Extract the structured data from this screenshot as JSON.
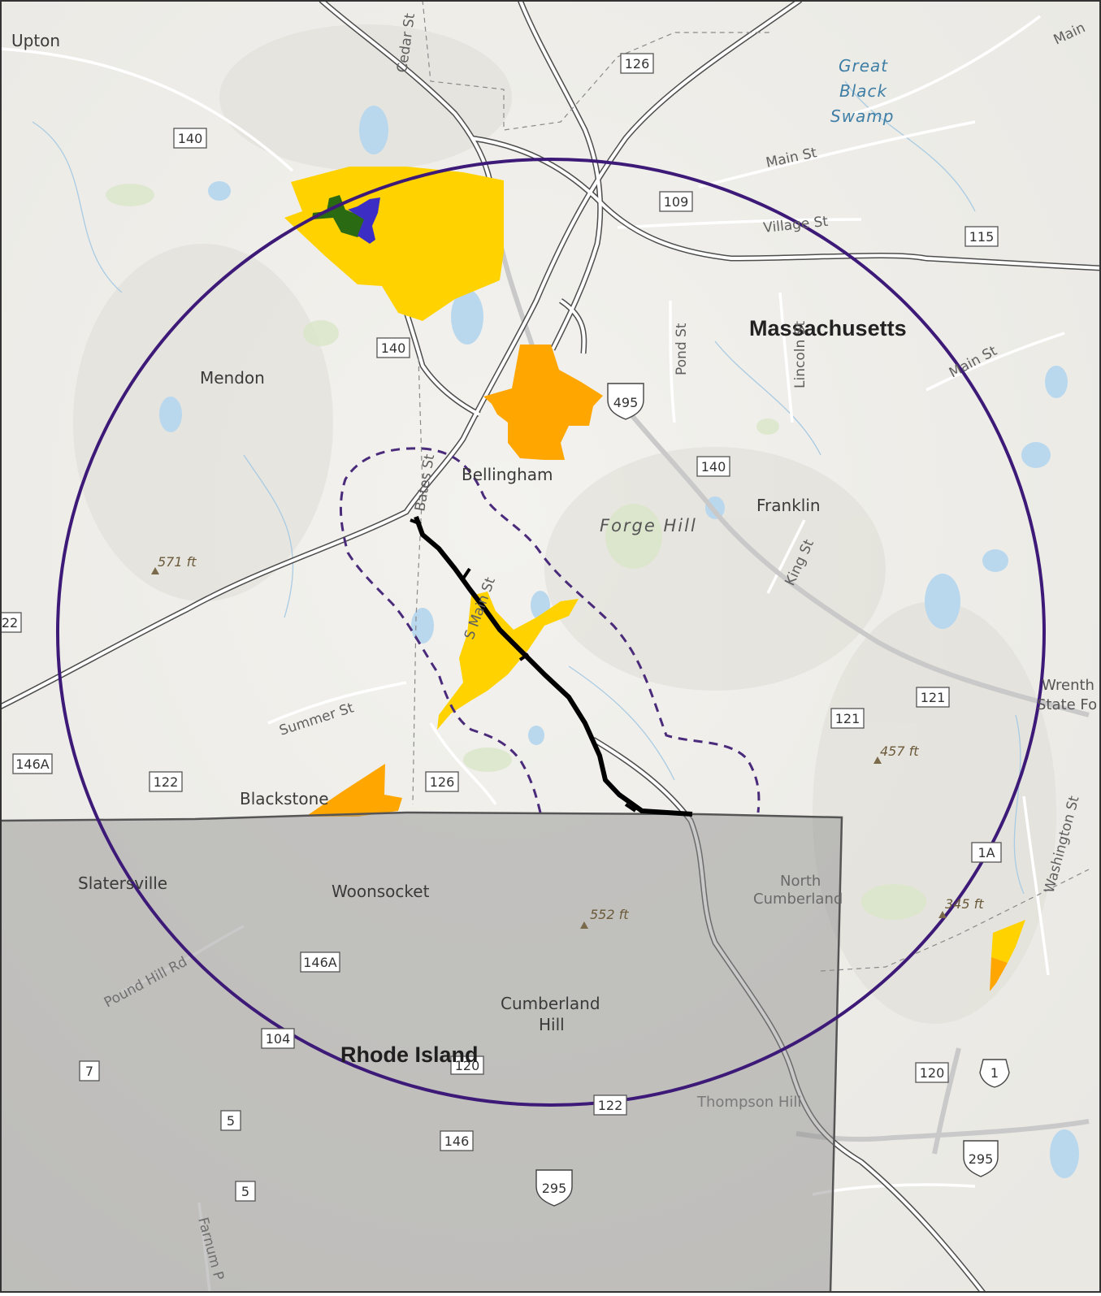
{
  "colors": {
    "buffer_circle": "#3d1a78",
    "corridor": "#4a2a7a",
    "rhode_island_mask": "#8f8f8f",
    "area_yellow": "#ffd200",
    "area_orange": "#ffa600",
    "area_green": "#2a6a12",
    "area_blue": "#3c2ec4",
    "route_line": "#000000"
  },
  "labels": {
    "states": [
      "Massachusetts",
      "Rhode Island"
    ],
    "places": [
      "Upton",
      "Mendon",
      "Bellingham",
      "Franklin",
      "Blackstone",
      "Slatersville",
      "Woonsocket",
      "North",
      "Cumberland",
      "Cumberland",
      "Hill",
      "Thompson Hill",
      "Wrenth",
      "State Fo"
    ],
    "water": [
      "Great",
      "Black",
      "Swamp"
    ],
    "hill_area": "Forge Hill",
    "streets": [
      "Main St",
      "Village St",
      "Main St",
      "Main",
      "Pond St",
      "Lincoln St",
      "King St",
      "Bates St",
      "Cedar St",
      "S Main St",
      "Summer St",
      "Pound Hill Rd",
      "Farnum P",
      "Washington St"
    ],
    "elevations": [
      "571 ft",
      "457 ft",
      "345 ft",
      "552 ft"
    ],
    "routes": [
      "140",
      "126",
      "109",
      "115",
      "140",
      "140",
      "121",
      "121",
      "146A",
      "122",
      "126",
      "1A",
      "146A",
      "104",
      "7",
      "5",
      "5",
      "120",
      "122",
      "146",
      "120",
      "22",
      "495",
      "295",
      "295",
      "1"
    ]
  }
}
